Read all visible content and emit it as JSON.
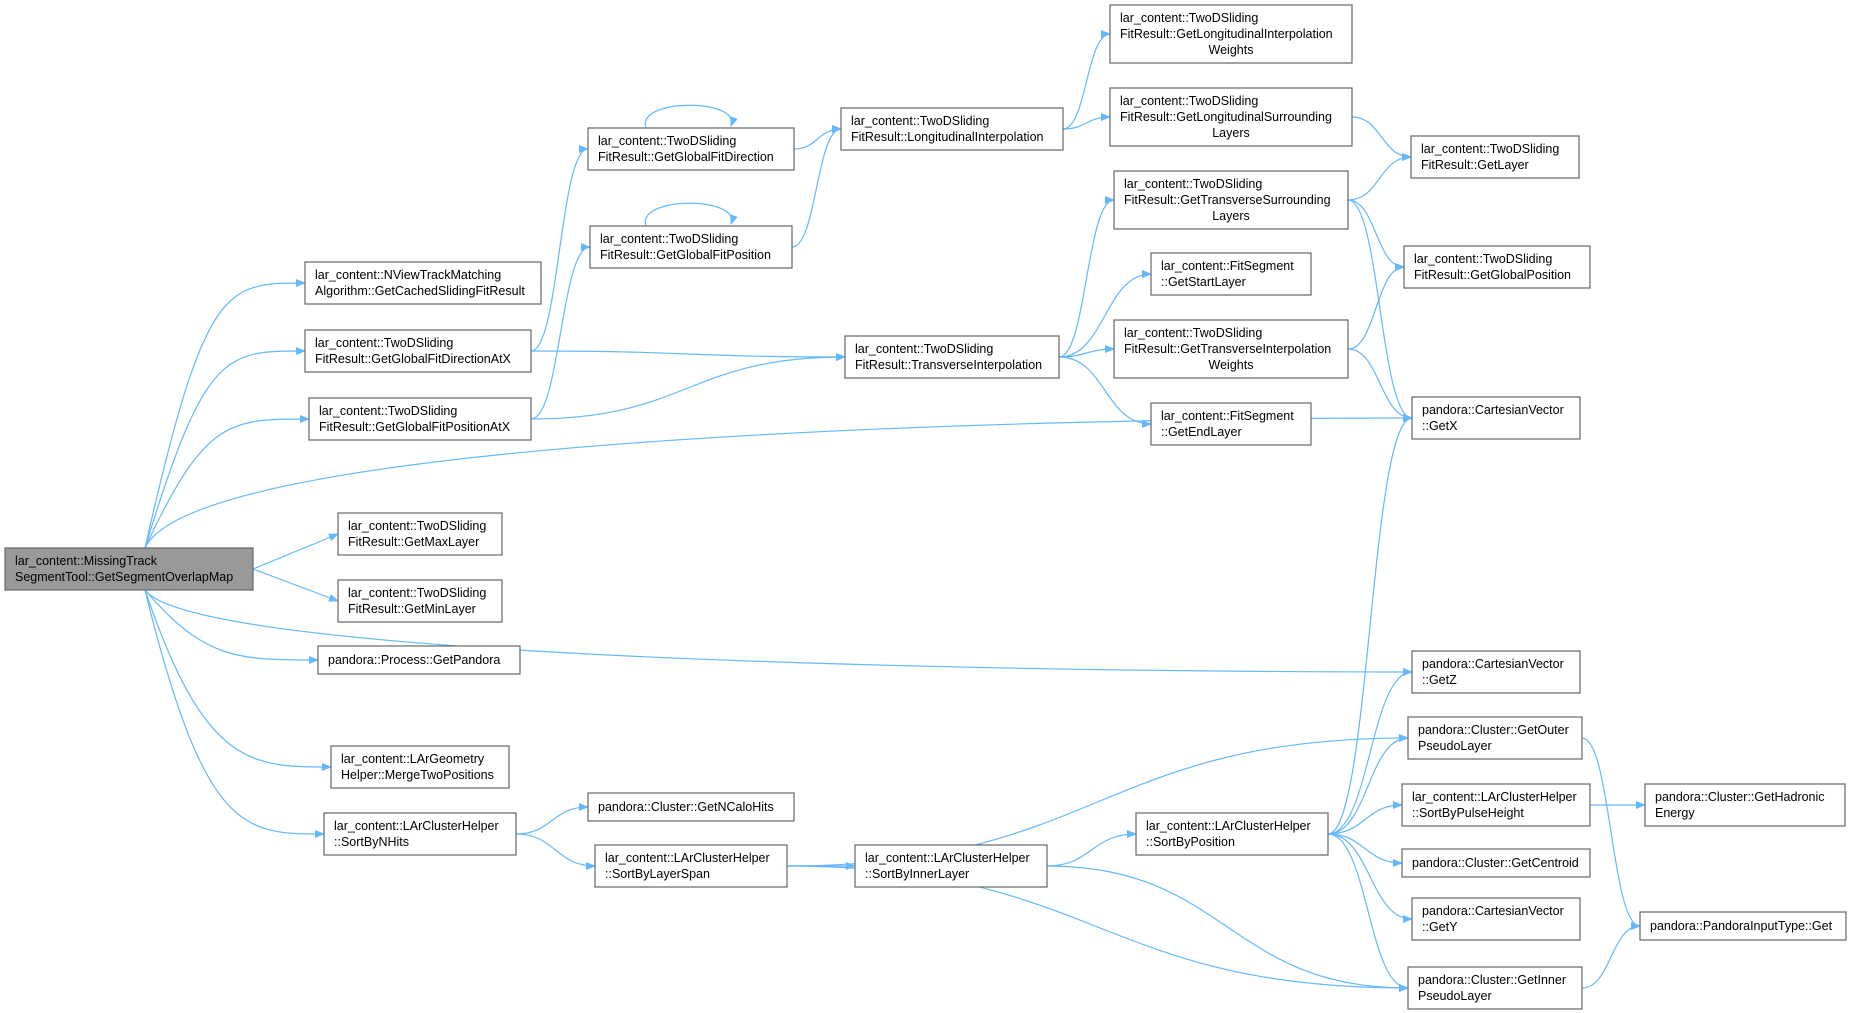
{
  "colors": {
    "edge": "#63b8ff",
    "node_border": "#666666",
    "root_fill": "#999999",
    "node_fill": "#ffffff"
  },
  "nodes": [
    {
      "id": "root",
      "root": true,
      "lines": [
        "lar_content::MissingTrack",
        "SegmentTool::GetSegmentOverlapMap"
      ]
    },
    {
      "id": "cached",
      "lines": [
        "lar_content::NViewTrackMatching",
        "Algorithm::GetCachedSlidingFitResult"
      ]
    },
    {
      "id": "gfdAtX",
      "lines": [
        "lar_content::TwoDSliding",
        "FitResult::GetGlobalFitDirectionAtX"
      ]
    },
    {
      "id": "gfpAtX",
      "lines": [
        "lar_content::TwoDSliding",
        "FitResult::GetGlobalFitPositionAtX"
      ]
    },
    {
      "id": "maxLayer",
      "lines": [
        "lar_content::TwoDSliding",
        "FitResult::GetMaxLayer"
      ]
    },
    {
      "id": "minLayer",
      "lines": [
        "lar_content::TwoDSliding",
        "FitResult::GetMinLayer"
      ]
    },
    {
      "id": "getPandora",
      "lines": [
        "pandora::Process::GetPandora"
      ]
    },
    {
      "id": "mergeTwo",
      "lines": [
        "lar_content::LArGeometry",
        "Helper::MergeTwoPositions"
      ]
    },
    {
      "id": "sortByNHits",
      "lines": [
        "lar_content::LArClusterHelper",
        "::SortByNHits"
      ]
    },
    {
      "id": "gfd",
      "lines": [
        "lar_content::TwoDSliding",
        "FitResult::GetGlobalFitDirection"
      ]
    },
    {
      "id": "gfp",
      "lines": [
        "lar_content::TwoDSliding",
        "FitResult::GetGlobalFitPosition"
      ]
    },
    {
      "id": "getNCaloHits",
      "lines": [
        "pandora::Cluster::GetNCaloHits"
      ]
    },
    {
      "id": "sortByLayerSpan",
      "lines": [
        "lar_content::LArClusterHelper",
        "::SortByLayerSpan"
      ]
    },
    {
      "id": "longInterp",
      "lines": [
        "lar_content::TwoDSliding",
        "FitResult::LongitudinalInterpolation"
      ]
    },
    {
      "id": "transInterp",
      "lines": [
        "lar_content::TwoDSliding",
        "FitResult::TransverseInterpolation"
      ]
    },
    {
      "id": "sortByInnerLayer",
      "lines": [
        "lar_content::LArClusterHelper",
        "::SortByInnerLayer"
      ]
    },
    {
      "id": "longInterpW",
      "lines": [
        "lar_content::TwoDSliding",
        "FitResult::GetLongitudinalInterpolation",
        "Weights"
      ]
    },
    {
      "id": "longSurr",
      "lines": [
        "lar_content::TwoDSliding",
        "FitResult::GetLongitudinalSurrounding",
        "Layers"
      ]
    },
    {
      "id": "transSurr",
      "lines": [
        "lar_content::TwoDSliding",
        "FitResult::GetTransverseSurrounding",
        "Layers"
      ]
    },
    {
      "id": "startLayer",
      "lines": [
        "lar_content::FitSegment",
        "::GetStartLayer"
      ]
    },
    {
      "id": "transInterpW",
      "lines": [
        "lar_content::TwoDSliding",
        "FitResult::GetTransverseInterpolation",
        "Weights"
      ]
    },
    {
      "id": "endLayer",
      "lines": [
        "lar_content::FitSegment",
        "::GetEndLayer"
      ]
    },
    {
      "id": "sortByPosition",
      "lines": [
        "lar_content::LArClusterHelper",
        "::SortByPosition"
      ]
    },
    {
      "id": "getLayer",
      "lines": [
        "lar_content::TwoDSliding",
        "FitResult::GetLayer"
      ]
    },
    {
      "id": "getGlobalPos",
      "lines": [
        "lar_content::TwoDSliding",
        "FitResult::GetGlobalPosition"
      ]
    },
    {
      "id": "getX",
      "lines": [
        "pandora::CartesianVector",
        "::GetX"
      ]
    },
    {
      "id": "getZ",
      "lines": [
        "pandora::CartesianVector",
        "::GetZ"
      ]
    },
    {
      "id": "outerPseudo",
      "lines": [
        "pandora::Cluster::GetOuter",
        "PseudoLayer"
      ]
    },
    {
      "id": "sortByPulse",
      "lines": [
        "lar_content::LArClusterHelper",
        "::SortByPulseHeight"
      ]
    },
    {
      "id": "centroid",
      "lines": [
        "pandora::Cluster::GetCentroid"
      ]
    },
    {
      "id": "getY",
      "lines": [
        "pandora::CartesianVector",
        "::GetY"
      ]
    },
    {
      "id": "innerPseudo",
      "lines": [
        "pandora::Cluster::GetInner",
        "PseudoLayer"
      ]
    },
    {
      "id": "hadronic",
      "lines": [
        "pandora::Cluster::GetHadronic",
        "Energy"
      ]
    },
    {
      "id": "inputGet",
      "lines": [
        "pandora::PandoraInputType::Get"
      ]
    }
  ],
  "edges": [
    [
      "root",
      "cached"
    ],
    [
      "root",
      "gfdAtX"
    ],
    [
      "root",
      "gfpAtX"
    ],
    [
      "root",
      "getX"
    ],
    [
      "root",
      "maxLayer"
    ],
    [
      "root",
      "minLayer"
    ],
    [
      "root",
      "getPandora"
    ],
    [
      "root",
      "getZ"
    ],
    [
      "root",
      "mergeTwo"
    ],
    [
      "root",
      "sortByNHits"
    ],
    [
      "gfdAtX",
      "gfd"
    ],
    [
      "gfdAtX",
      "transInterp"
    ],
    [
      "gfpAtX",
      "gfp"
    ],
    [
      "gfpAtX",
      "transInterp"
    ],
    [
      "gfd",
      "gfd"
    ],
    [
      "gfd",
      "longInterp"
    ],
    [
      "gfp",
      "gfp"
    ],
    [
      "gfp",
      "longInterp"
    ],
    [
      "longInterp",
      "longInterpW"
    ],
    [
      "longInterp",
      "longSurr"
    ],
    [
      "longSurr",
      "getLayer"
    ],
    [
      "transInterp",
      "transSurr"
    ],
    [
      "transInterp",
      "startLayer"
    ],
    [
      "transInterp",
      "transInterpW"
    ],
    [
      "transInterp",
      "endLayer"
    ],
    [
      "transSurr",
      "getLayer"
    ],
    [
      "transSurr",
      "getGlobalPos"
    ],
    [
      "transSurr",
      "getX"
    ],
    [
      "transInterpW",
      "getGlobalPos"
    ],
    [
      "transInterpW",
      "getX"
    ],
    [
      "sortByNHits",
      "getNCaloHits"
    ],
    [
      "sortByNHits",
      "sortByLayerSpan"
    ],
    [
      "sortByLayerSpan",
      "outerPseudo"
    ],
    [
      "sortByLayerSpan",
      "sortByInnerLayer"
    ],
    [
      "sortByLayerSpan",
      "innerPseudo"
    ],
    [
      "sortByInnerLayer",
      "sortByPosition"
    ],
    [
      "sortByInnerLayer",
      "innerPseudo"
    ],
    [
      "sortByPosition",
      "getX"
    ],
    [
      "sortByPosition",
      "getZ"
    ],
    [
      "sortByPosition",
      "outerPseudo"
    ],
    [
      "sortByPosition",
      "sortByPulse"
    ],
    [
      "sortByPosition",
      "centroid"
    ],
    [
      "sortByPosition",
      "getY"
    ],
    [
      "sortByPosition",
      "innerPseudo"
    ],
    [
      "sortByPulse",
      "hadronic"
    ],
    [
      "outerPseudo",
      "inputGet"
    ],
    [
      "innerPseudo",
      "inputGet"
    ]
  ]
}
